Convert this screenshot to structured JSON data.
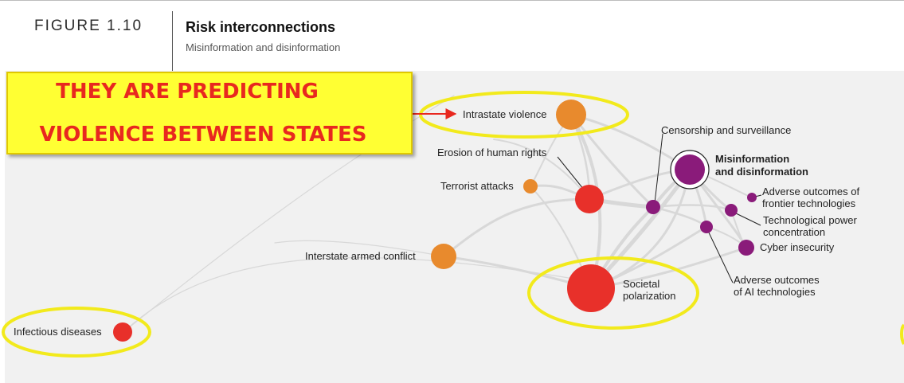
{
  "header": {
    "figure_label": "FIGURE 1.10",
    "title": "Risk interconnections",
    "subtitle": "Misinformation and disinformation"
  },
  "callout": {
    "line1": "THEY ARE PREDICTING",
    "line2": "VIOLENCE BETWEEN STATES"
  },
  "colors": {
    "red": "#e8302a",
    "orange": "#e88a2d",
    "purple": "#8a1b7a",
    "highlight_yellow": "#ffff33",
    "ring_yellow": "#f2ea1c",
    "arrow_red": "#e8281f"
  },
  "nodes": [
    {
      "id": "intrastate",
      "label": "Intrastate violence",
      "category": "orange"
    },
    {
      "id": "human_rights",
      "label": "Erosion of human rights",
      "category": "red"
    },
    {
      "id": "terrorist",
      "label": "Terrorist attacks",
      "category": "orange"
    },
    {
      "id": "interstate",
      "label": "Interstate armed conflict",
      "category": "orange"
    },
    {
      "id": "infectious",
      "label": "Infectious diseases",
      "category": "red"
    },
    {
      "id": "polarization",
      "label": "Societal polarization",
      "category": "red"
    },
    {
      "id": "censorship",
      "label": "Censorship and surveillance",
      "category": "purple"
    },
    {
      "id": "misinfo",
      "label": "Misinformation and disinformation",
      "category": "purple",
      "focus": true
    },
    {
      "id": "frontier",
      "label": "Adverse outcomes of frontier technologies",
      "category": "purple"
    },
    {
      "id": "techpower",
      "label": "Technological power concentration",
      "category": "purple"
    },
    {
      "id": "cyber",
      "label": "Cyber insecurity",
      "category": "purple"
    },
    {
      "id": "ai",
      "label": "Adverse outcomes of AI technologies",
      "category": "purple"
    }
  ]
}
